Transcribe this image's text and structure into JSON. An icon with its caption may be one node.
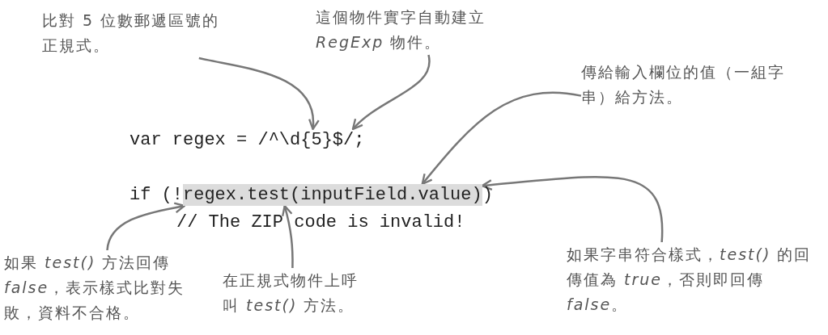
{
  "diagram": {
    "nodes": [
      {
        "text": [
          "比對 5 位數郵遞區號的正規式。"
        ]
      },
      {
        "text": [
          "這個物件實字自動建立 *RegExp* 物件。"
        ]
      },
      {
        "text": [
          "傳給輸入欄位的值（一組字串）給方法。"
        ]
      },
      {
        "text": [
          "var regex = /^\\d{5}$/;"
        ]
      },
      {
        "text": [
          "regex.test(inputField.value)"
        ]
      },
      {
        "text": [
          "如果 *test()* 方法回傳 *false*，表示樣式比對失敗，資料不合格。"
        ]
      },
      {
        "text": [
          "在正規式物件上呼叫 *test()* 方法。"
        ]
      },
      {
        "text": [
          "如果字串符合樣式，*test()* 的回傳值為 *true*，否則即回傳 *false*。"
        ]
      }
    ],
    "edges": [
      {
        "from": 0,
        "to": 3,
        "arrow": "to"
      },
      {
        "from": 1,
        "to": 3,
        "arrow": "to"
      },
      {
        "from": 2,
        "to": 4,
        "arrow": "to"
      },
      {
        "from": 7,
        "to": 4,
        "arrow": "to"
      },
      {
        "from": 5,
        "to": 4,
        "arrow": "to"
      },
      {
        "from": 6,
        "to": 4,
        "arrow": "to"
      }
    ],
    "labels": [
      "if (!",
      ")",
      "// The ZIP code is invalid!"
    ]
  }
}
